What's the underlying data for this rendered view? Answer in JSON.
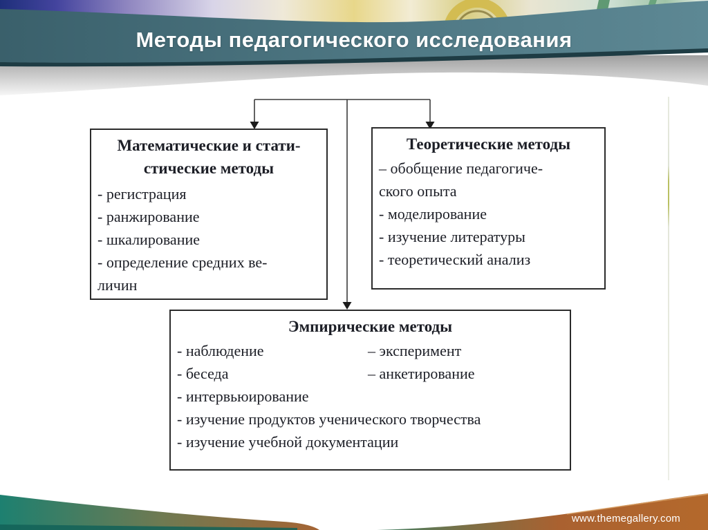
{
  "header": {
    "title": "Методы педагогического исследования"
  },
  "footer": {
    "url": "www.themegallery.com"
  },
  "colors": {
    "banner_teal_dark": "#3a606b",
    "banner_teal_light": "#5d8894",
    "banner_under_strip": "#1e3c44",
    "footer_teal": "#1d8070",
    "footer_orange": "#b4662a",
    "box_border": "#2b2b2b",
    "connector": "#3a3a3a"
  },
  "diagram": {
    "math": {
      "title_line1": "Математические и стати-",
      "title_line2": "стические методы",
      "lines": [
        "- регистрация",
        "- ранжирование",
        "- шкалирование",
        "- определение средних ве-",
        "личин"
      ]
    },
    "theory": {
      "title": "Теоретические методы",
      "lines": [
        "– обобщение педагогиче-",
        "ского опыта",
        "- моделирование",
        "- изучение литературы",
        "- теоретический анализ"
      ]
    },
    "empirical": {
      "title": "Эмпирические методы",
      "left_col": [
        "- наблюдение",
        "- беседа"
      ],
      "right_col": [
        "– эксперимент",
        "– анкетирование"
      ],
      "lines": [
        "- интервьюирование",
        "- изучение продуктов ученического творчества",
        "- изучение учебной документации"
      ]
    }
  }
}
